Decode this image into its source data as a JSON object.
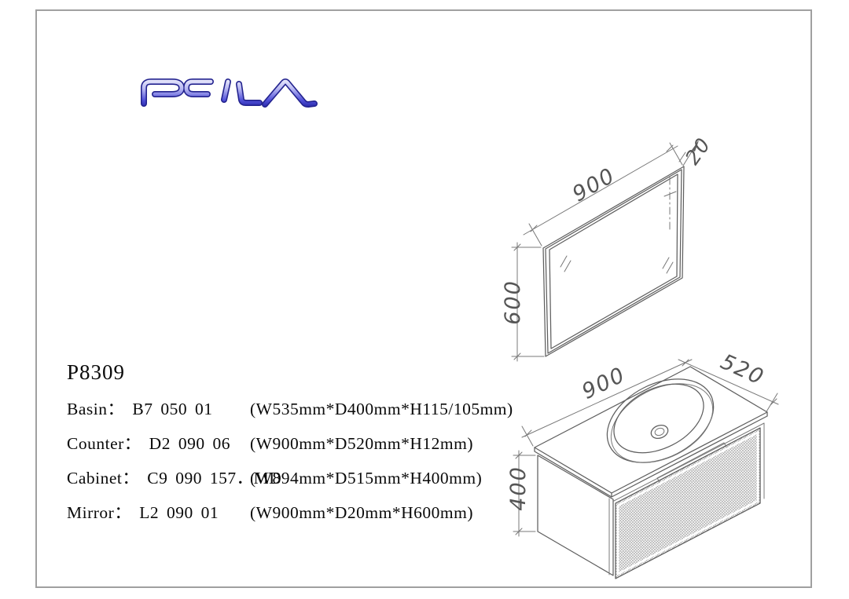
{
  "page": {
    "background": "#ffffff",
    "frame_border_color": "#a0a0a0"
  },
  "logo": {
    "text": "PEILA",
    "gradient_top": "#eeeefc",
    "gradient_middle": "#5050d8",
    "gradient_bottom": "#2626a6",
    "outline_color": "#23238f"
  },
  "spec_sheet": {
    "model": "P8309",
    "separator": "： ",
    "rows": [
      {
        "name": "Basin",
        "code": "B7 050 01",
        "dimensions": "(W535mm*D400mm*H115/105mm)"
      },
      {
        "name": "Counter",
        "code": "D2 090 06",
        "dimensions": "(W900mm*D520mm*H12mm)"
      },
      {
        "name": "Cabinet",
        "code": "C9 090 157．MD",
        "dimensions": "(W894mm*D515mm*H400mm)"
      },
      {
        "name": "Mirror",
        "code": "L2 090 01",
        "dimensions": "(W900mm*D20mm*H600mm)"
      }
    ]
  },
  "mirror_drawing": {
    "width_label": "900",
    "depth_label": "20",
    "height_label": "600"
  },
  "cabinet_drawing": {
    "width_label": "900",
    "depth_label": "520",
    "height_label": "400"
  },
  "drawing_style": {
    "line_color": "#5f5f5f",
    "dimension_line_color": "#787878",
    "dimension_text_color": "#555555",
    "hatch_color": "#979797"
  }
}
